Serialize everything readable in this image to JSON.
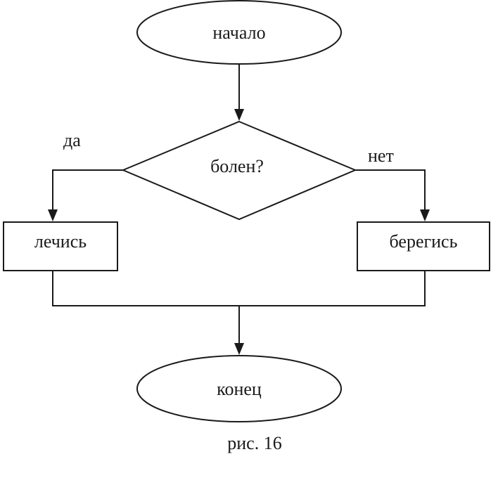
{
  "diagram": {
    "start": "начало",
    "decision": "болен?",
    "yes_label": "да",
    "no_label": "нет",
    "yes_action": "лечись",
    "no_action": "берегись",
    "end": "конец"
  },
  "caption": "рис. 16",
  "colors": {
    "stroke": "#1a1a1a",
    "background": "#ffffff"
  }
}
